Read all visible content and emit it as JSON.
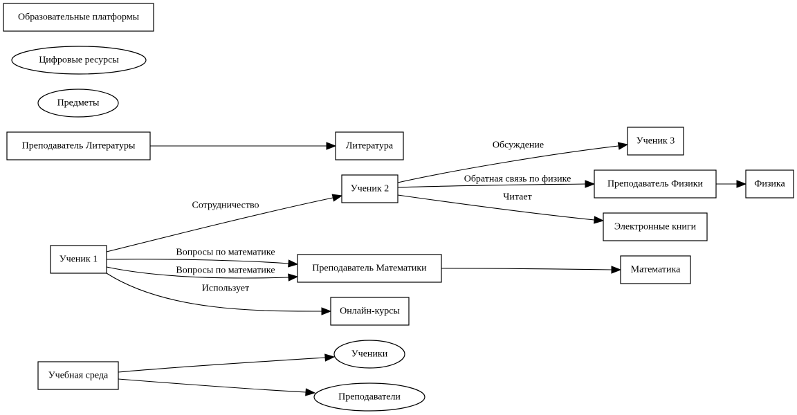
{
  "diagram": {
    "type": "directed-graph",
    "nodes": [
      {
        "id": "platforms",
        "label": "Образовательные платформы",
        "shape": "box"
      },
      {
        "id": "digital",
        "label": "Цифровые ресурсы",
        "shape": "ellipse"
      },
      {
        "id": "subjects",
        "label": "Предметы",
        "shape": "ellipse"
      },
      {
        "id": "lit_teacher",
        "label": "Преподаватель Литературы",
        "shape": "box"
      },
      {
        "id": "literature",
        "label": "Литература",
        "shape": "box"
      },
      {
        "id": "student3",
        "label": "Ученик 3",
        "shape": "box"
      },
      {
        "id": "student2",
        "label": "Ученик 2",
        "shape": "box"
      },
      {
        "id": "phys_teacher",
        "label": "Преподаватель Физики",
        "shape": "box"
      },
      {
        "id": "physics",
        "label": "Физика",
        "shape": "box"
      },
      {
        "id": "ebooks",
        "label": "Электронные книги",
        "shape": "box"
      },
      {
        "id": "student1",
        "label": "Ученик 1",
        "shape": "box"
      },
      {
        "id": "math_teacher",
        "label": "Преподаватель Математики",
        "shape": "box"
      },
      {
        "id": "math",
        "label": "Математика",
        "shape": "box"
      },
      {
        "id": "courses",
        "label": "Онлайн-курсы",
        "shape": "box"
      },
      {
        "id": "env",
        "label": "Учебная среда",
        "shape": "box"
      },
      {
        "id": "students",
        "label": "Ученики",
        "shape": "ellipse"
      },
      {
        "id": "teachers",
        "label": "Преподаватели",
        "shape": "ellipse"
      }
    ],
    "edges": [
      {
        "id": "e_lit",
        "from": "lit_teacher",
        "to": "literature",
        "label": ""
      },
      {
        "id": "e_discuss",
        "from": "student2",
        "to": "student3",
        "label": "Обсуждение"
      },
      {
        "id": "e_feedback",
        "from": "student2",
        "to": "phys_teacher",
        "label": "Обратная связь по физике"
      },
      {
        "id": "e_reads",
        "from": "student2",
        "to": "ebooks",
        "label": "Читает"
      },
      {
        "id": "e_phys",
        "from": "phys_teacher",
        "to": "physics",
        "label": ""
      },
      {
        "id": "e_collab",
        "from": "student1",
        "to": "student2",
        "label": "Сотрудничество"
      },
      {
        "id": "e_mathq1",
        "from": "student1",
        "to": "math_teacher",
        "label": "Вопросы по математике"
      },
      {
        "id": "e_mathq2",
        "from": "student1",
        "to": "math_teacher",
        "label": "Вопросы по математике"
      },
      {
        "id": "e_uses",
        "from": "student1",
        "to": "courses",
        "label": "Использует"
      },
      {
        "id": "e_math",
        "from": "math_teacher",
        "to": "math",
        "label": ""
      },
      {
        "id": "e_env_students",
        "from": "env",
        "to": "students",
        "label": ""
      },
      {
        "id": "e_env_teachers",
        "from": "env",
        "to": "teachers",
        "label": ""
      }
    ]
  }
}
